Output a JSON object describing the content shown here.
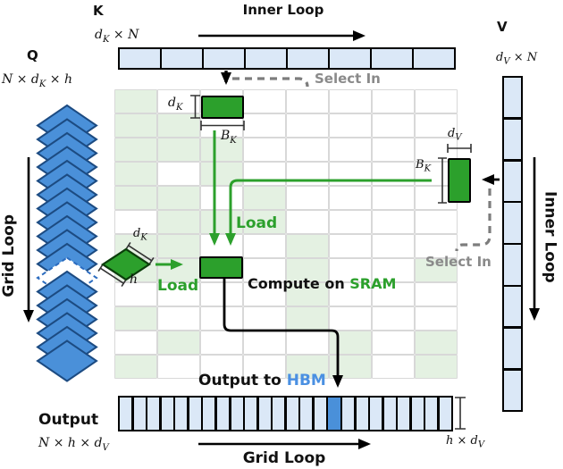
{
  "colors": {
    "green": "#2ca02c",
    "light_green_cell": "#e4f1e2",
    "light_blue_cell": "#dbe8f7",
    "highlight_blue": "#4a90d9",
    "diamond_blue": "#4a90d9",
    "diamond_border": "#1c4b82",
    "hbm_text_blue": "#4a90e2",
    "select_in_gray": "#8a8a8a",
    "grid_line_gray": "#d8d8d8"
  },
  "k_matrix": {
    "title": "K",
    "cells": 8,
    "dims": {
      "base": "d",
      "sub": "K",
      "rest": " × N"
    }
  },
  "q_stack": {
    "title": "Q",
    "count": 18,
    "dashed_index": 11,
    "dims": {
      "pre": "N × ",
      "base": "d",
      "sub": "K",
      "rest": " × h"
    }
  },
  "v_matrix": {
    "title": "V",
    "cells": 8,
    "dims": {
      "base": "d",
      "sub": "V",
      "rest": " × N"
    }
  },
  "output_row": {
    "title": "Output",
    "cells": 24,
    "highlight_index": 15,
    "dims": {
      "pre": "N × h × ",
      "base": "d",
      "sub": "V"
    },
    "bracket": {
      "pre": "h × ",
      "base": "d",
      "sub": "V"
    }
  },
  "grid": {
    "cols": 8,
    "rows": 12,
    "pattern": [
      "G.......",
      "GG......",
      "GGG.....",
      "G.G.....",
      "GG.G....",
      ".GGG....",
      "GG..G...",
      "GG..G..G",
      "....G...",
      "G...G...",
      ".G...G.G",
      "G...GG.G"
    ]
  },
  "loops": {
    "inner_top": "Inner Loop",
    "inner_right": "Inner Loop",
    "grid_left": "Grid Loop",
    "grid_bottom": "Grid Loop"
  },
  "labels": {
    "select_in_top": "Select In",
    "select_in_right": "Select In",
    "load_vertical": "Load",
    "load_horizontal": "Load",
    "compute_prefix": "Compute on ",
    "compute_sram": "SRAM",
    "output_prefix": "Output to ",
    "output_hbm": "HBM",
    "k_block_height": {
      "base": "d",
      "sub": "K"
    },
    "k_block_width": {
      "base": "B",
      "sub": "K"
    },
    "v_block_width": {
      "base": "d",
      "sub": "V"
    },
    "v_block_height": {
      "base": "B",
      "sub": "K"
    },
    "q_block_width": {
      "base": "d",
      "sub": "K"
    },
    "q_block_height": "h"
  }
}
